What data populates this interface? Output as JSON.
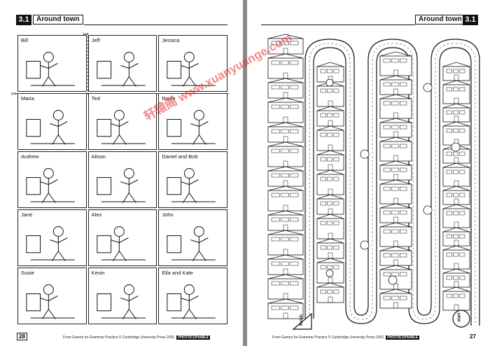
{
  "left_page": {
    "unit_number": "3.1",
    "unit_title": "Around town",
    "page_number": "28",
    "characters": [
      [
        "Bill",
        "Jeff",
        "Jessica"
      ],
      [
        "Maria",
        "Ted",
        "Rosie"
      ],
      [
        "Andrew",
        "Alison",
        "Daniel and Bob"
      ],
      [
        "Jane",
        "Alex",
        "John"
      ],
      [
        "Susie",
        "Kevin",
        "Ella and Kate"
      ]
    ],
    "footer": {
      "text": "From Games for Grammar Practice © Cambridge University Press 2001",
      "tag": "PHOTOCOPIABLE"
    }
  },
  "right_page": {
    "unit_number": "3.1",
    "unit_title": "Around town",
    "page_number": "27",
    "map_labels": {
      "finish": "finish",
      "start": "start"
    },
    "footer": {
      "text": "From Games for Grammar Practice © Cambridge University Press 2001",
      "tag": "PHOTOCOPIABLE"
    }
  },
  "watermark": "轩辕阁 www.xuanyuange.com"
}
